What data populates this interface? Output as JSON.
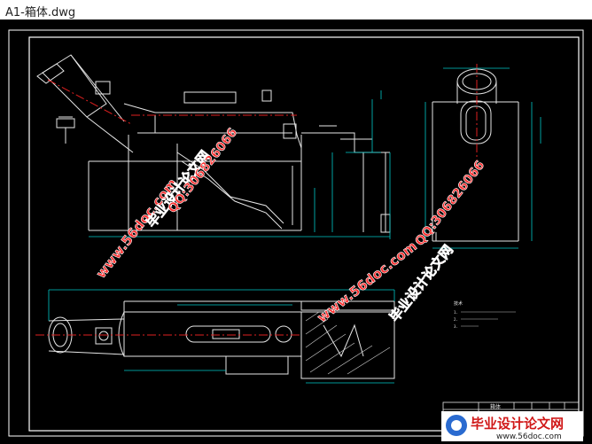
{
  "window": {
    "title": "A1-箱体.dwg"
  },
  "drawing": {
    "colors": {
      "background": "#000000",
      "frame": "#ffffff",
      "lines": "#e6e6e6",
      "centerline": "#e02020",
      "dims": "#00c8c8",
      "hatch": "#d0d0d0"
    }
  },
  "watermarks": {
    "site_url": "www.56doc.com",
    "qq": "QQ:306826066",
    "brand": "毕业设计论文网"
  },
  "notes": {
    "heading": "技术",
    "lines": [
      "1.",
      "2.",
      "3."
    ]
  },
  "title_block": {
    "main_label": "箱体"
  },
  "footer_logo": {
    "brand": "毕业设计论文网",
    "url": "www.56doc.com"
  }
}
